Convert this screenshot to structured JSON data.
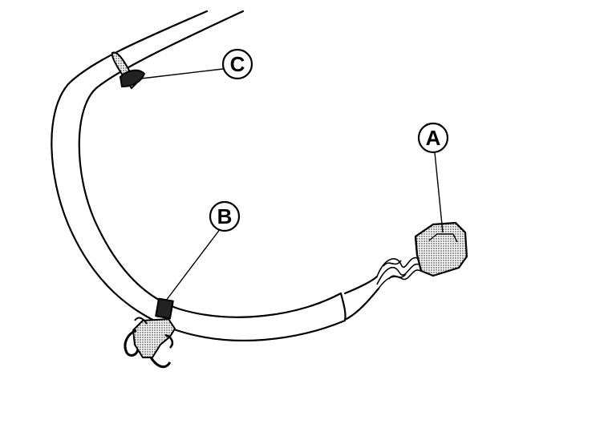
{
  "diagram": {
    "callouts": [
      {
        "id": "A",
        "label": "A"
      },
      {
        "id": "B",
        "label": "B"
      },
      {
        "id": "C",
        "label": "C"
      }
    ],
    "colors": {
      "line": "#000000",
      "background": "#ffffff",
      "fill_dots": "#888888"
    }
  }
}
